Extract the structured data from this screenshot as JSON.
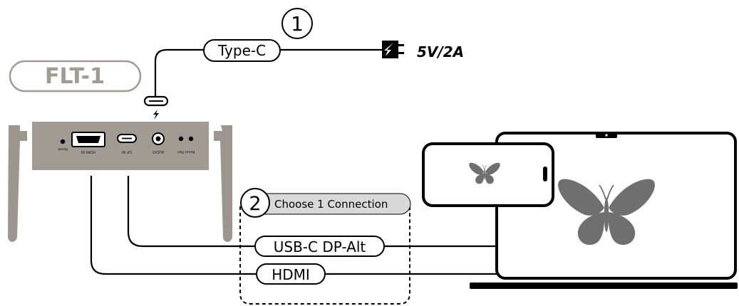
{
  "device": {
    "name": "FLT-1",
    "ports": {
      "reset": "Reset",
      "hdmi_in": "HDMI IN",
      "dp_in": "DP IN",
      "audio": "AUDIO",
      "pair": "Reset Pair"
    }
  },
  "step1": {
    "number": "1",
    "cable_label": "Type-C",
    "power_spec": "5V/2A"
  },
  "step2": {
    "number": "2",
    "title": "Choose 1 Connection",
    "options": [
      "USB-C DP-Alt",
      "HDMI"
    ]
  },
  "icons": {
    "power": "power-adapter-icon",
    "bolt": "thunderbolt-icon",
    "butterfly": "butterfly-icon"
  },
  "colors": {
    "device_body": "#a29b94",
    "antenna": "#9d968f",
    "line": "#000000",
    "device_label_border": "#a29b94",
    "butterfly": "#6f6f6f"
  }
}
